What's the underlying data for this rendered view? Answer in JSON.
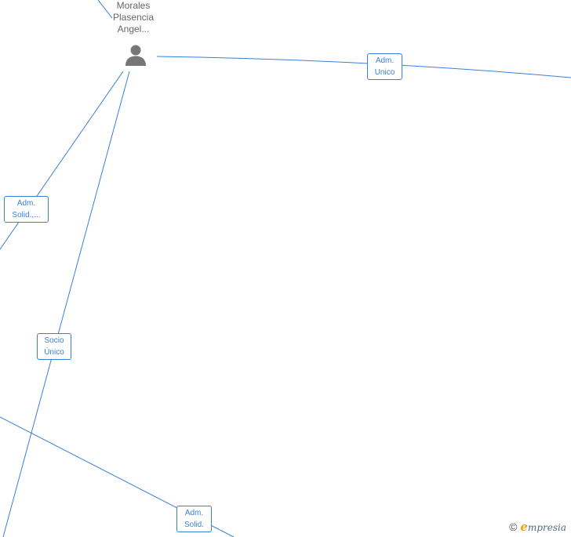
{
  "person": {
    "name_lines": [
      "Morales",
      "Plasencia",
      "Angel..."
    ],
    "icon": "person-icon"
  },
  "relations": [
    {
      "id": "adm-unico",
      "lines": [
        "Adm.",
        "Unico"
      ]
    },
    {
      "id": "adm-solid-1",
      "lines": [
        "Adm.",
        "Solid.,..."
      ]
    },
    {
      "id": "socio-unico",
      "lines": [
        "Socio",
        "Único"
      ]
    },
    {
      "id": "adm-solid-2",
      "lines": [
        "Adm.",
        "Solid."
      ]
    }
  ],
  "brand": {
    "copyright_symbol": "©",
    "initial": "e",
    "name_rest": "mpresia"
  },
  "colors": {
    "edge": "#3a7fd5",
    "person_icon": "#777777",
    "brand_accent": "#f0a020"
  }
}
